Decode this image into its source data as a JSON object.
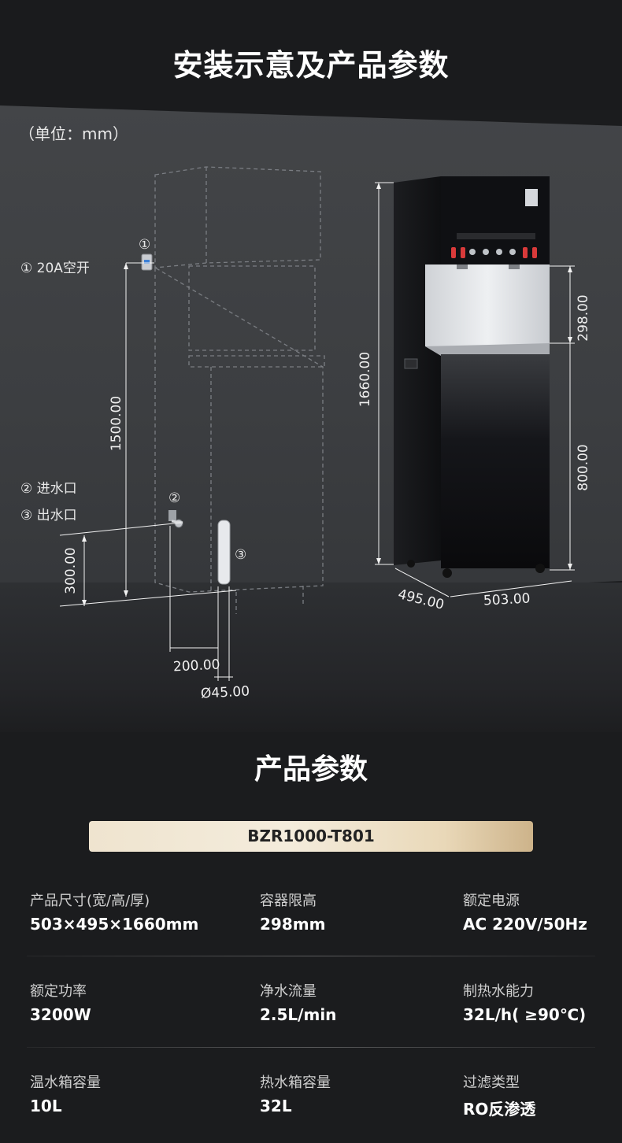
{
  "header": {
    "title": "安装示意及产品参数"
  },
  "diagram": {
    "unit_note": "（单位：mm）",
    "callouts": {
      "switch_num": "①",
      "switch_label": "① 20A空开",
      "inlet_num": "②",
      "inlet_label": "② 进水口",
      "outlet_num": "③",
      "outlet_label": "③ 出水口"
    },
    "dimensions": {
      "switch_height": "1500.00",
      "pipe_height": "300.00",
      "pipe_spacing": "200.00",
      "pipe_diameter": "Ø45.00",
      "total_height": "1660.00",
      "container_height": "298.00",
      "tap_height": "800.00",
      "depth": "495.00",
      "width": "503.00"
    }
  },
  "params": {
    "title": "产品参数",
    "model": "BZR1000-T801",
    "items": [
      {
        "label": "产品尺寸(宽/高/厚)",
        "value": "503×495×1660mm"
      },
      {
        "label": "容器限高",
        "value": "298mm"
      },
      {
        "label": "额定电源",
        "value": "AC 220V/50Hz"
      },
      {
        "label": "额定功率",
        "value": "3200W"
      },
      {
        "label": "净水流量",
        "value": "2.5L/min"
      },
      {
        "label": "制热水能力",
        "value": "32L/h( ≥90℃)"
      },
      {
        "label": "温水箱容量",
        "value": "10L"
      },
      {
        "label": "热水箱容量",
        "value": "32L"
      },
      {
        "label": "过滤类型",
        "value": "RO反渗透"
      }
    ]
  }
}
